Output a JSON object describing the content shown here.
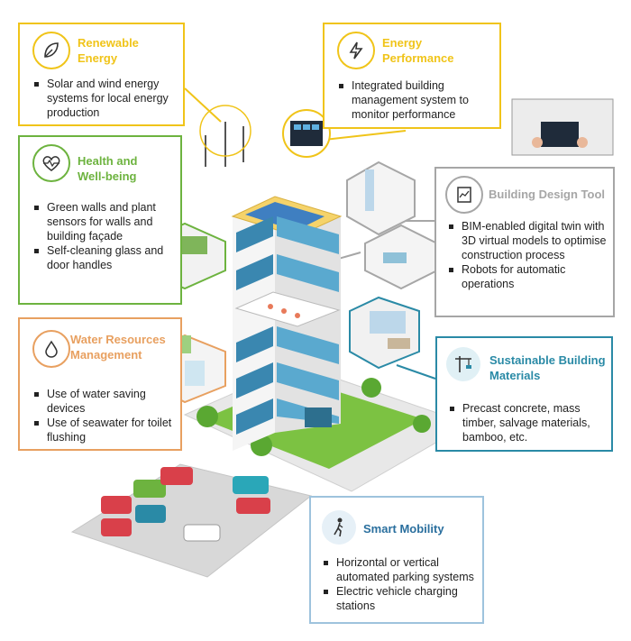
{
  "colors": {
    "renewable": "#f0c419",
    "energy": "#f0c419",
    "health": "#6db33f",
    "design": "#a6a6a6",
    "water": "#e8a060",
    "materials": "#2a8aa6",
    "mobility": "#9ec3dd"
  },
  "cards": {
    "renewable": {
      "title": "Renewable Energy",
      "icon": "leaf-plug-icon",
      "items": [
        "Solar and wind energy systems for local energy production"
      ]
    },
    "energy": {
      "title": "Energy Performance",
      "icon": "lightning-icon",
      "items": [
        "Integrated building management system to monitor performance"
      ]
    },
    "health": {
      "title": "Health and Well-being",
      "icon": "heart-pulse-icon",
      "items": [
        "Green walls and plant sensors for walls and building façade",
        "Self-cleaning glass and door handles"
      ]
    },
    "design": {
      "title": "Building Design Tool",
      "icon": "blueprint-icon",
      "items": [
        "BIM-enabled digital twin with 3D virtual models to optimise construction process",
        "Robots for automatic operations"
      ]
    },
    "water": {
      "title": "Water Resources Management",
      "icon": "water-drop-icon",
      "items": [
        "Use of water saving devices",
        "Use of seawater for toilet flushing"
      ]
    },
    "materials": {
      "title": "Sustainable Building Materials",
      "icon": "crane-icon",
      "items": [
        "Precast concrete, mass timber, salvage materials, bamboo, etc."
      ]
    },
    "mobility": {
      "title": "Smart Mobility",
      "icon": "walking-person-icon",
      "items": [
        "Horizontal or vertical automated parking systems",
        "Electric vehicle charging stations"
      ]
    }
  }
}
